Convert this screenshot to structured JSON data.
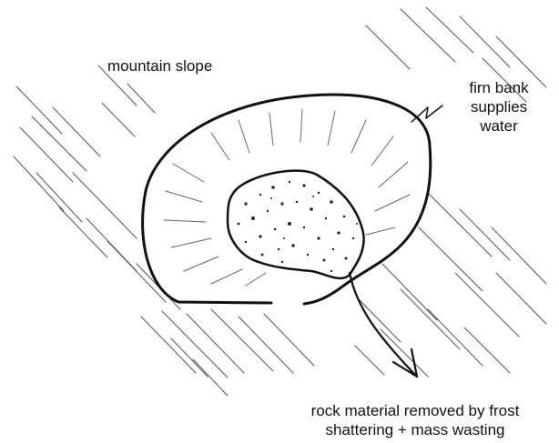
{
  "labels": {
    "mountain_slope": "mountain slope",
    "firn_line1": "firn bank",
    "firn_line2": "supplies",
    "firn_line3": "water",
    "rock_line1": "rock material removed by frost",
    "rock_line2": "shattering + mass wasting"
  },
  "colors": {
    "ink": "#111111",
    "sketch_grey": "#555555",
    "background": "#ffffff"
  },
  "icons": {
    "arrow": "arrowhead",
    "water_mark": "squiggle"
  }
}
